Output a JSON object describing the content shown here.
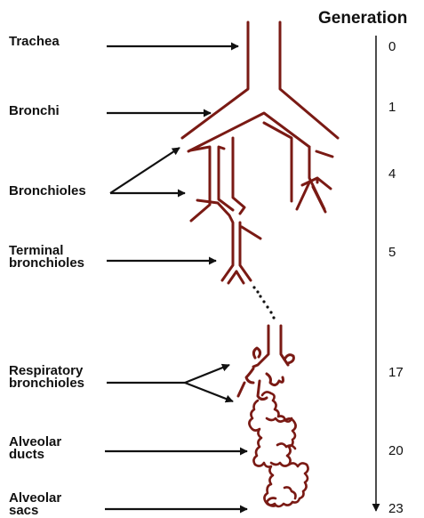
{
  "diagram": {
    "labels": {
      "trachea": "Trachea",
      "bronchi": "Bronchi",
      "bronchioles": "Bronchioles",
      "terminal_bronchioles": [
        "Terminal",
        "bronchioles"
      ],
      "respiratory_bronchioles": [
        "Respiratory",
        "bronchioles"
      ],
      "alveolar_ducts": [
        "Alveolar",
        "ducts"
      ],
      "alveolar_sacs": [
        "Alveolar",
        "sacs"
      ]
    },
    "generation": {
      "title": "Generation",
      "values": [
        "0",
        "1",
        "4",
        "5",
        "17",
        "20",
        "23"
      ]
    },
    "colors": {
      "airway": "#7a1a14",
      "text": "#111111",
      "arrow": "#111111"
    }
  }
}
